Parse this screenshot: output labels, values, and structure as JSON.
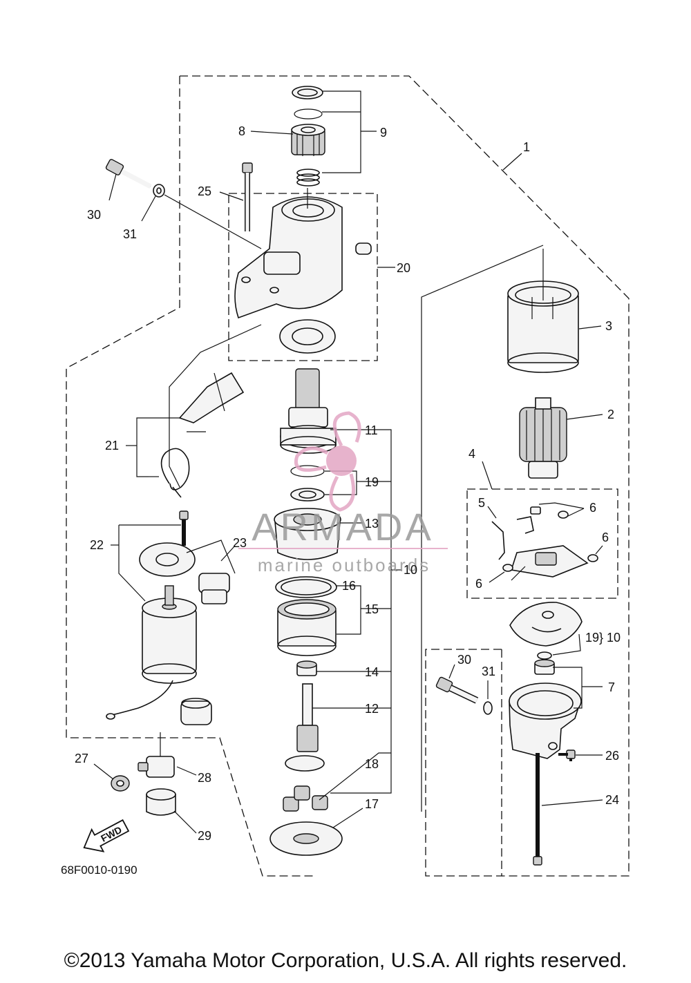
{
  "drawing_code": "68F0010-0190",
  "copyright": "©2013 Yamaha Motor Corporation, U.S.A. All rights reserved.",
  "fwd_label": "FWD",
  "watermark": {
    "brand": "ARMADA",
    "tagline": "marine outboards",
    "accent": "#e3a6c4"
  },
  "callouts": {
    "c1": "1",
    "c2": "2",
    "c3": "3",
    "c4": "4",
    "c5": "5",
    "c6a": "6",
    "c6b": "6",
    "c6c": "6",
    "c7": "7",
    "c8": "8",
    "c9": "9",
    "c10a": "10",
    "c10b": "10",
    "c11": "11",
    "c12": "12",
    "c13": "13",
    "c14": "14",
    "c15": "15",
    "c16": "16",
    "c17": "17",
    "c18": "18",
    "c19a": "19",
    "c19b": "19",
    "c20": "20",
    "c21": "21",
    "c22": "22",
    "c23": "23",
    "c24": "24",
    "c25": "25",
    "c26": "26",
    "c27": "27",
    "c28": "28",
    "c29": "29",
    "c30a": "30",
    "c30b": "30",
    "c31a": "31",
    "c31b": "31"
  }
}
